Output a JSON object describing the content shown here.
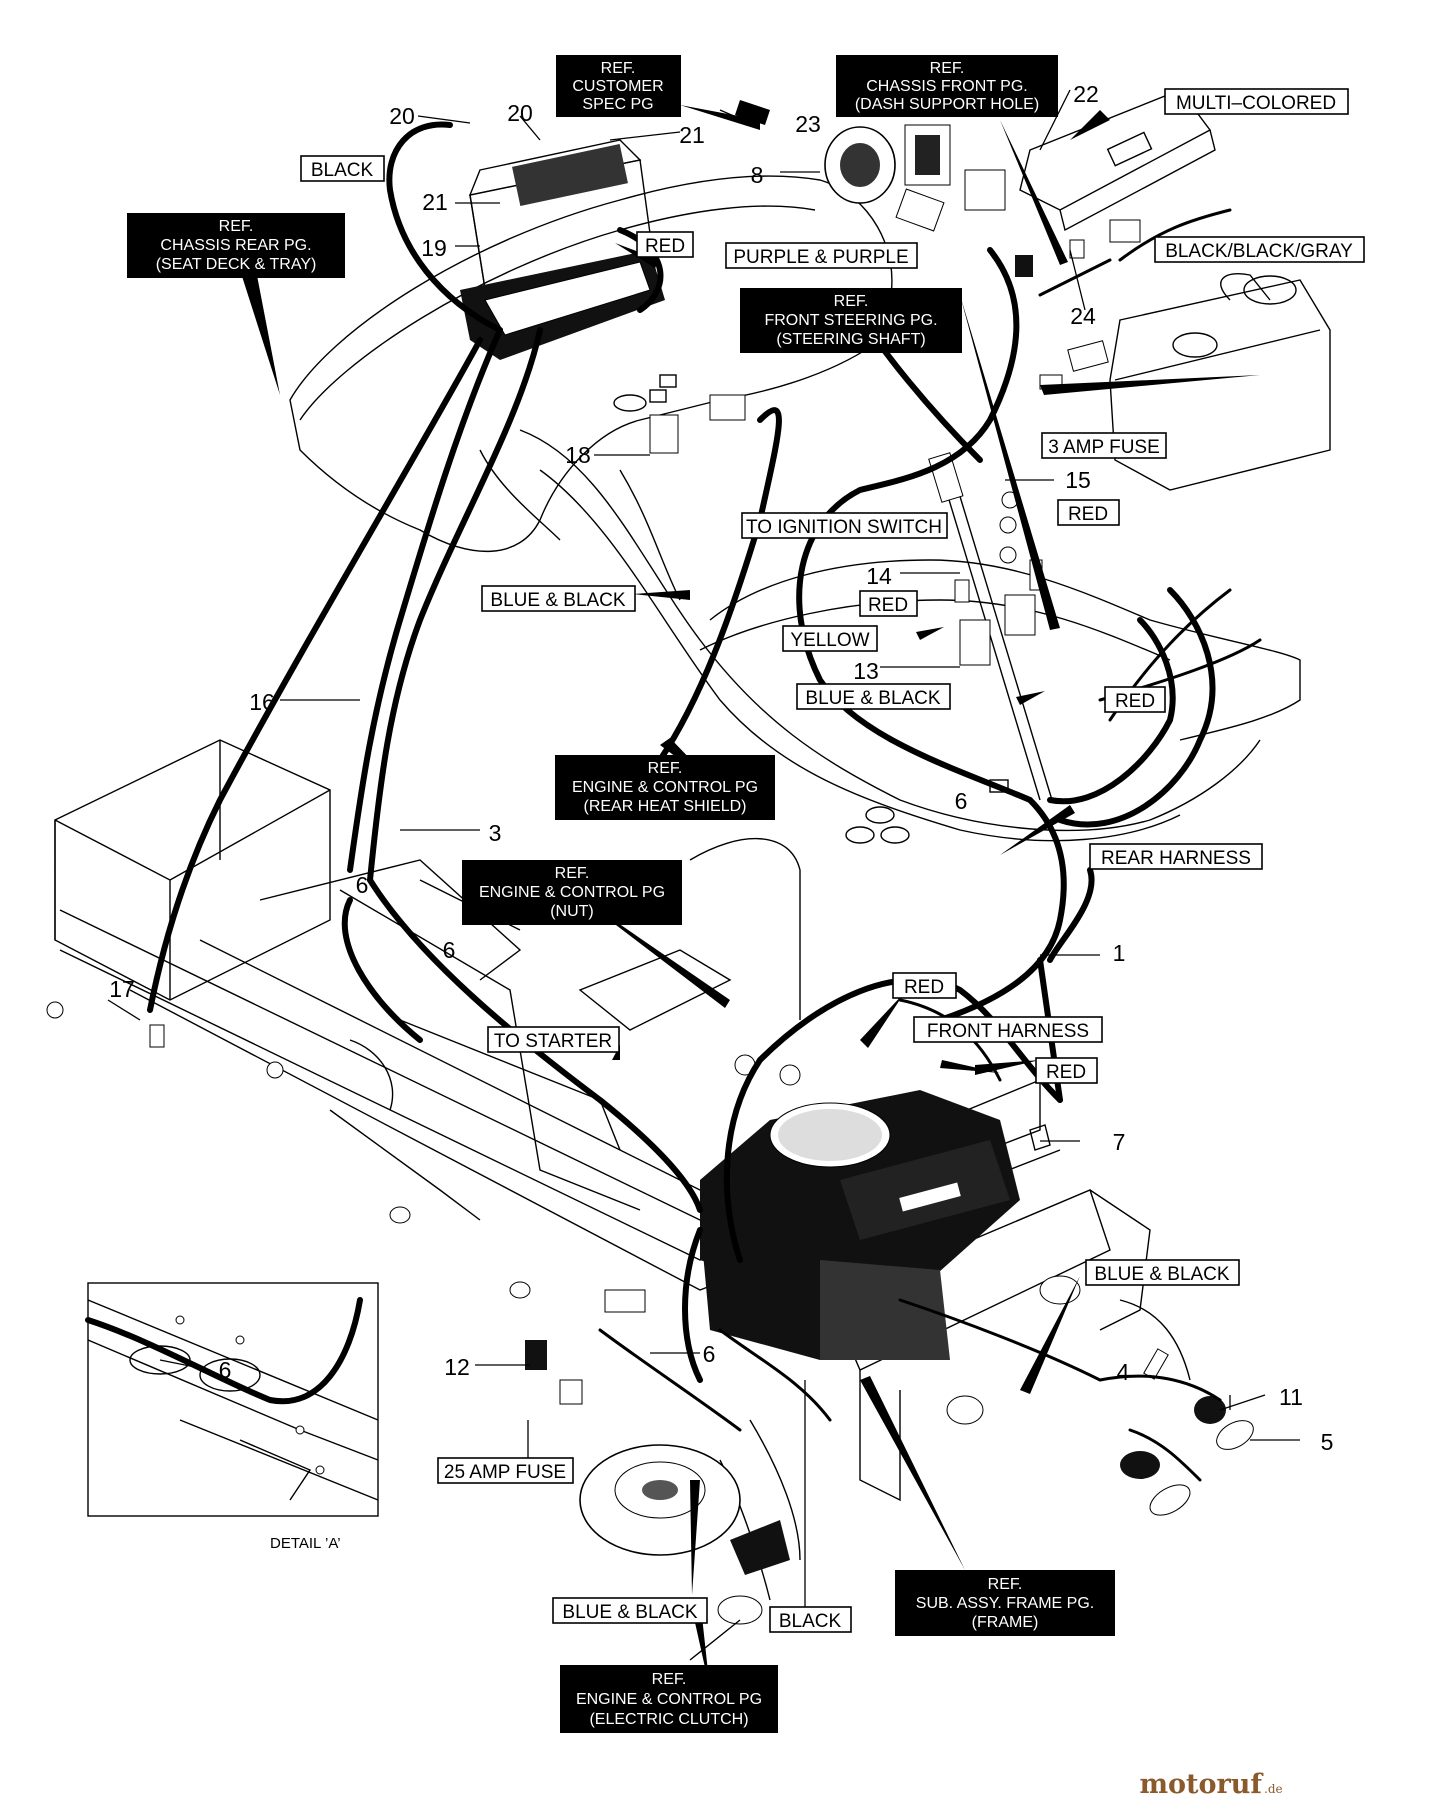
{
  "diagram": {
    "wire_labels": [
      {
        "id": "black-top",
        "text": "BLACK"
      },
      {
        "id": "red-battery",
        "text": "RED"
      },
      {
        "id": "multi-colored",
        "text": "MULTI–COLORED"
      },
      {
        "id": "purple",
        "text": "PURPLE & PURPLE"
      },
      {
        "id": "bbg",
        "text": "BLACK/BLACK/GRAY"
      },
      {
        "id": "fuse3",
        "text": "3 AMP FUSE"
      },
      {
        "id": "red-15",
        "text": "RED"
      },
      {
        "id": "ignition",
        "text": "TO IGNITION SWITCH"
      },
      {
        "id": "red-14",
        "text": "RED"
      },
      {
        "id": "yellow",
        "text": "YELLOW"
      },
      {
        "id": "blue-black-13",
        "text": "BLUE & BLACK"
      },
      {
        "id": "red-right",
        "text": "RED"
      },
      {
        "id": "blue-black-mid",
        "text": "BLUE & BLACK"
      },
      {
        "id": "rear-harness",
        "text": "REAR HARNESS"
      },
      {
        "id": "red-engine",
        "text": "RED"
      },
      {
        "id": "front-harness",
        "text": "FRONT HARNESS"
      },
      {
        "id": "red-7",
        "text": "RED"
      },
      {
        "id": "to-starter",
        "text": "TO STARTER"
      },
      {
        "id": "blue-black-right",
        "text": "BLUE & BLACK"
      },
      {
        "id": "fuse25",
        "text": "25 AMP FUSE"
      },
      {
        "id": "blue-black-bottom",
        "text": "BLUE & BLACK"
      },
      {
        "id": "black-bottom",
        "text": "BLACK"
      }
    ],
    "ref_boxes": [
      {
        "id": "customer-spec",
        "lines": [
          "REF.",
          "CUSTOMER",
          "SPEC PG"
        ]
      },
      {
        "id": "chassis-front",
        "lines": [
          "REF.",
          "CHASSIS FRONT PG.",
          "(DASH SUPPORT HOLE)"
        ]
      },
      {
        "id": "chassis-rear",
        "lines": [
          "REF.",
          "CHASSIS REAR PG.",
          "(SEAT DECK & TRAY)"
        ]
      },
      {
        "id": "front-steering",
        "lines": [
          "REF.",
          "FRONT STEERING PG.",
          "(STEERING SHAFT)"
        ]
      },
      {
        "id": "engine-heat",
        "lines": [
          "REF.",
          "ENGINE & CONTROL PG",
          "(REAR HEAT SHIELD)"
        ]
      },
      {
        "id": "engine-nut",
        "lines": [
          "REF.",
          "ENGINE & CONTROL PG",
          "(NUT)"
        ]
      },
      {
        "id": "subassy-frame",
        "lines": [
          "REF.",
          "SUB. ASSY. FRAME PG.",
          "(FRAME)"
        ]
      },
      {
        "id": "engine-clutch",
        "lines": [
          "REF.",
          "ENGINE & CONTROL PG",
          "(ELECTRIC CLUTCH)"
        ]
      }
    ],
    "part_numbers": [
      {
        "id": "n20a",
        "text": "20"
      },
      {
        "id": "n20b",
        "text": "20"
      },
      {
        "id": "n23",
        "text": "23"
      },
      {
        "id": "n22",
        "text": "22"
      },
      {
        "id": "n21a",
        "text": "21"
      },
      {
        "id": "n8",
        "text": "8"
      },
      {
        "id": "n21b",
        "text": "21"
      },
      {
        "id": "n19",
        "text": "19"
      },
      {
        "id": "n24",
        "text": "24"
      },
      {
        "id": "n18",
        "text": "18"
      },
      {
        "id": "n15",
        "text": "15"
      },
      {
        "id": "n14",
        "text": "14"
      },
      {
        "id": "n13",
        "text": "13"
      },
      {
        "id": "n16",
        "text": "16"
      },
      {
        "id": "n6a",
        "text": "6"
      },
      {
        "id": "n3",
        "text": "3"
      },
      {
        "id": "n6b",
        "text": "6"
      },
      {
        "id": "n6c",
        "text": "6"
      },
      {
        "id": "n1",
        "text": "1"
      },
      {
        "id": "n17",
        "text": "17"
      },
      {
        "id": "n7",
        "text": "7"
      },
      {
        "id": "n6d",
        "text": "6"
      },
      {
        "id": "n12",
        "text": "12"
      },
      {
        "id": "n6e",
        "text": "6"
      },
      {
        "id": "n4",
        "text": "4"
      },
      {
        "id": "n11",
        "text": "11"
      },
      {
        "id": "n5",
        "text": "5"
      }
    ],
    "detail_caption": "DETAIL ’A’",
    "watermark": {
      "brand": "motoruf",
      "suffix": ".de"
    }
  }
}
